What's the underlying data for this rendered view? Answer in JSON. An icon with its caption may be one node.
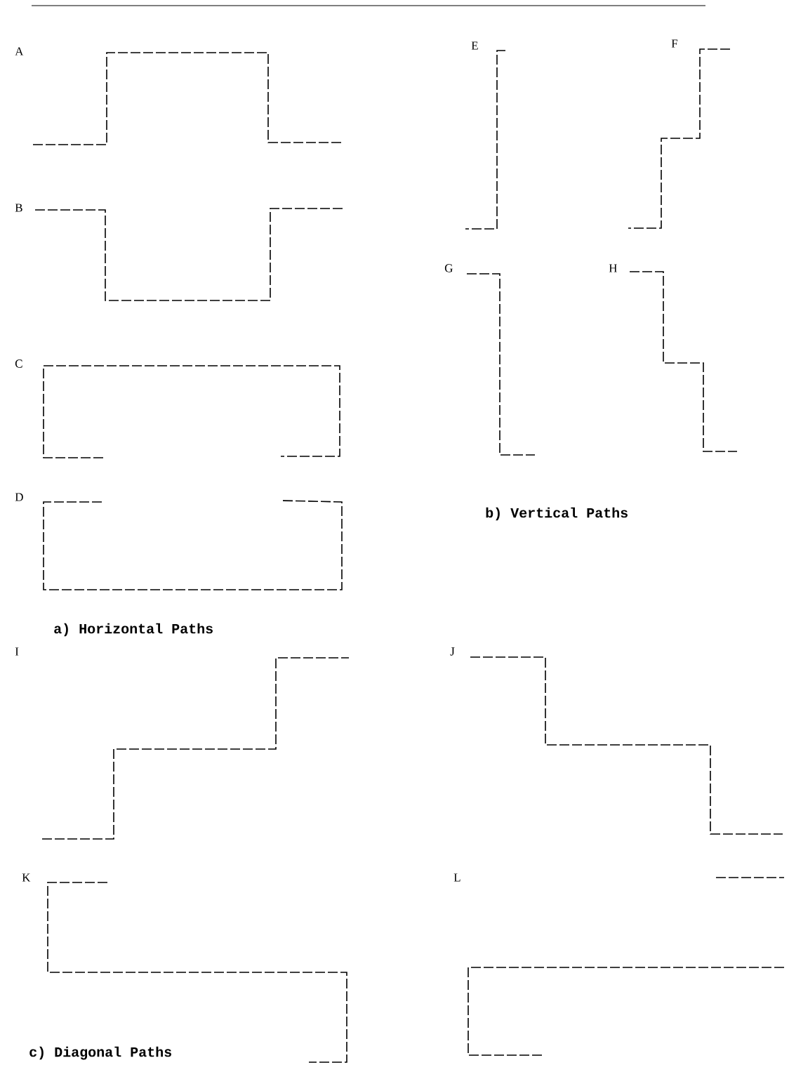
{
  "diagram": {
    "labels": [
      "A",
      "E",
      "F",
      "B",
      "G",
      "H",
      "C",
      "D",
      "b) Vertical Paths",
      "a) Horizontal Paths",
      "I",
      "J",
      "K",
      "L",
      "c) Diagonal Paths"
    ]
  }
}
